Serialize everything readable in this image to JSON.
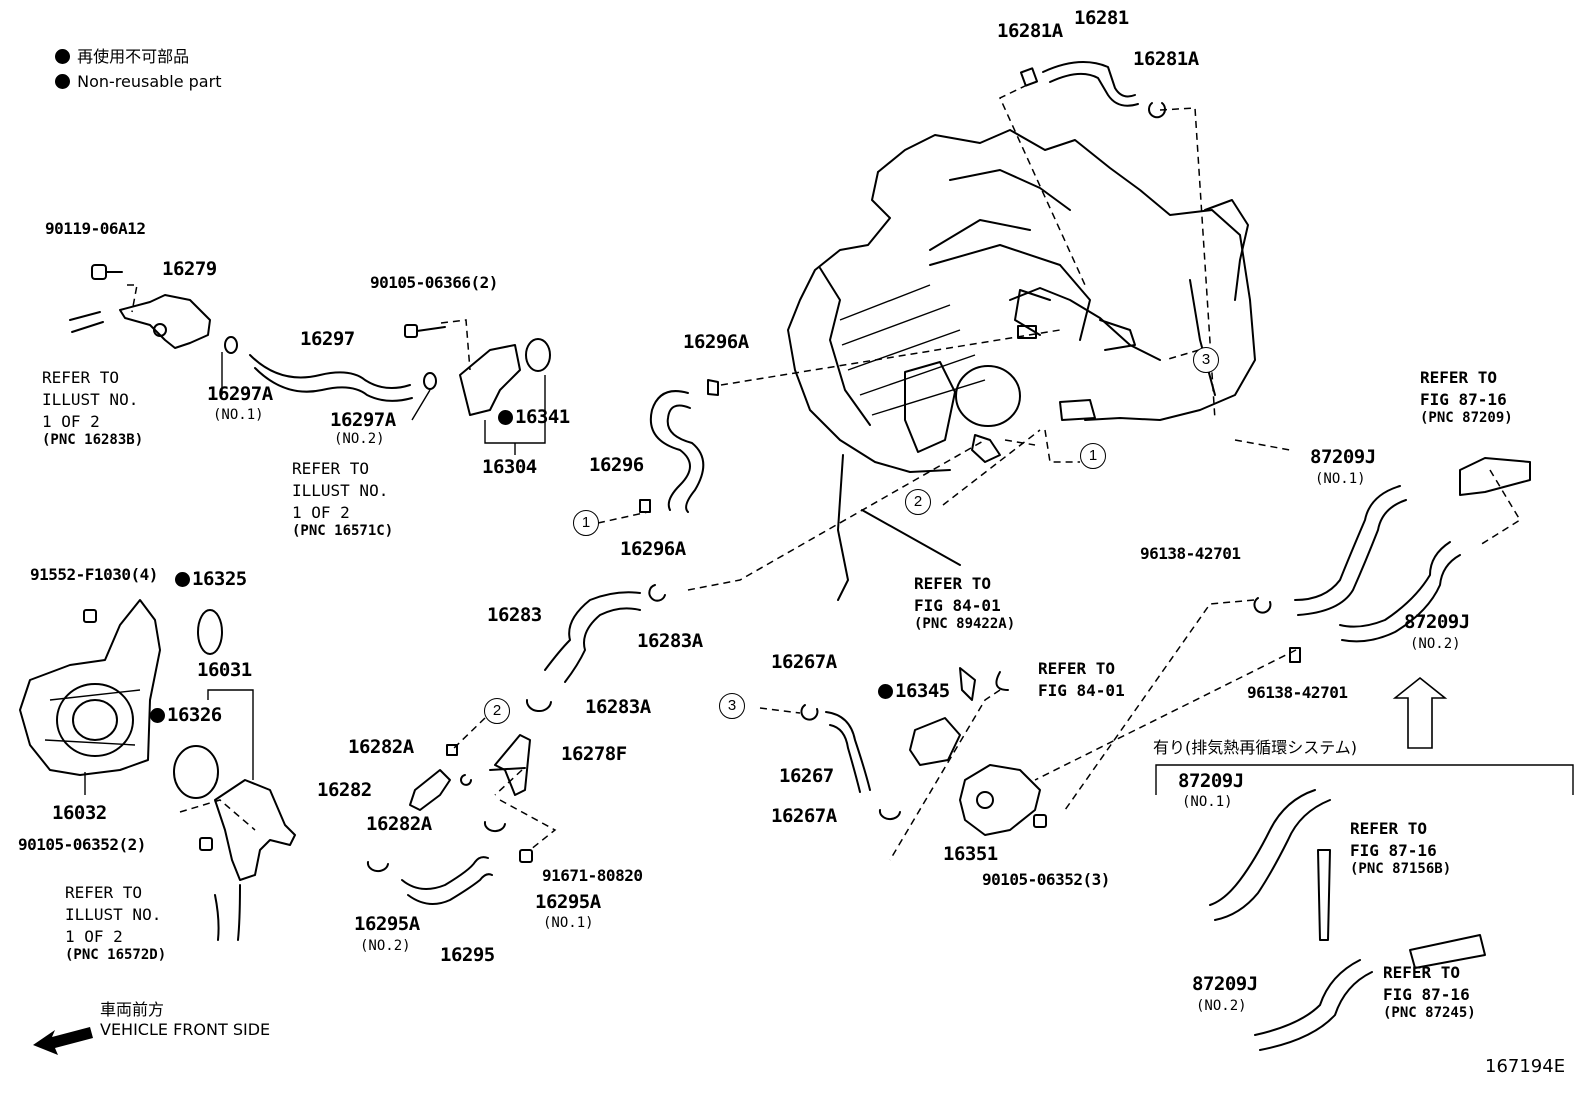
{
  "legend": {
    "jp": "再使用不可部品",
    "en": "Non-reusable part"
  },
  "figure_id": "167194E",
  "front": {
    "jp": "車両前方",
    "en": "VEHICLE FRONT SIDE"
  },
  "parts": {
    "p16281A_a": "16281A",
    "p16281": "16281",
    "p16281A_b": "16281A",
    "p90119": "90119-06A12",
    "p16279": "16279",
    "p16297": "16297",
    "p16297A_1": "16297A",
    "p16297A_1q": "(NO.1)",
    "p16297A_2": "16297A",
    "p16297A_2q": "(NO.2)",
    "p90105a": "90105-06366(2)",
    "p16341": "16341",
    "p16304": "16304",
    "p16296A_a": "16296A",
    "p16296": "16296",
    "p16296A_b": "16296A",
    "p91552": "91552-F1030(4)",
    "p16325": "16325",
    "p16031": "16031",
    "p16326": "16326",
    "p16032": "16032",
    "p90105b": "90105-06352(2)",
    "p16283": "16283",
    "p16283A_a": "16283A",
    "p16283A_b": "16283A",
    "p16282A_a": "16282A",
    "p16282": "16282",
    "p16282A_b": "16282A",
    "p16278F": "16278F",
    "p91671": "91671-80820",
    "p16295A_1": "16295A",
    "p16295A_1q": "(NO.1)",
    "p16295A_2": "16295A",
    "p16295A_2q": "(NO.2)",
    "p16295": "16295",
    "p16267A_a": "16267A",
    "p16267": "16267",
    "p16267A_b": "16267A",
    "p16345": "16345",
    "p16351": "16351",
    "p90105c": "90105-06352(3)",
    "p87209J_1": "87209J",
    "p87209J_1q": "(NO.1)",
    "p87209J_2": "87209J",
    "p87209J_2q": "(NO.2)",
    "p96138a": "96138-42701",
    "p96138b": "96138-42701",
    "p87209J_3": "87209J",
    "p87209J_3q": "(NO.1)",
    "p87209J_4": "87209J",
    "p87209J_4q": "(NO.2)"
  },
  "refs": {
    "r1": {
      "l1": "REFER TO",
      "l2": "ILLUST NO.",
      "l3": "1 OF 2",
      "pnc": "(PNC 16283B)"
    },
    "r2": {
      "l1": "REFER TO",
      "l2": "ILLUST NO.",
      "l3": "1 OF 2",
      "pnc": "(PNC 16571C)"
    },
    "r3": {
      "l1": "REFER TO",
      "l2": "ILLUST NO.",
      "l3": "1 OF 2",
      "pnc": "(PNC 16572D)"
    },
    "r4": {
      "l1": "REFER TO",
      "l2": "FIG 84-01",
      "pnc": "(PNC 89422A)"
    },
    "r5": {
      "l1": "REFER TO",
      "l2": "FIG 84-01"
    },
    "r6": {
      "l1": "REFER TO",
      "l2": "FIG 87-16",
      "pnc": "(PNC 87209)"
    },
    "r7": {
      "l1": "REFER TO",
      "l2": "FIG 87-16",
      "pnc": "(PNC 87156B)"
    },
    "r8": {
      "l1": "REFER TO",
      "l2": "FIG 87-16",
      "pnc": "(PNC 87245)"
    }
  },
  "egr_box_title": "有り(排気熱再循環システム)",
  "callouts": {
    "c1": "1",
    "c2": "2",
    "c3": "3"
  }
}
